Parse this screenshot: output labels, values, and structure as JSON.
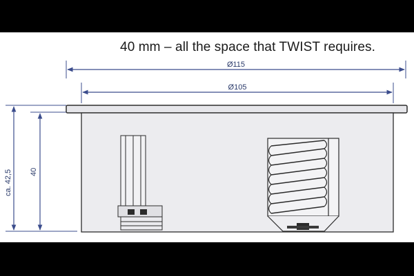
{
  "headline": "40 mm – all the space that TWIST requires.",
  "dimensions": {
    "outer_diameter": "Ø115",
    "inner_diameter": "Ø105",
    "total_height": "ca. 42,5",
    "body_height": "40"
  },
  "colors": {
    "dimension_line": "#3b4c8c",
    "body_fill": "#ececef",
    "outline": "#2b2b2b",
    "background": "#ffffff"
  }
}
